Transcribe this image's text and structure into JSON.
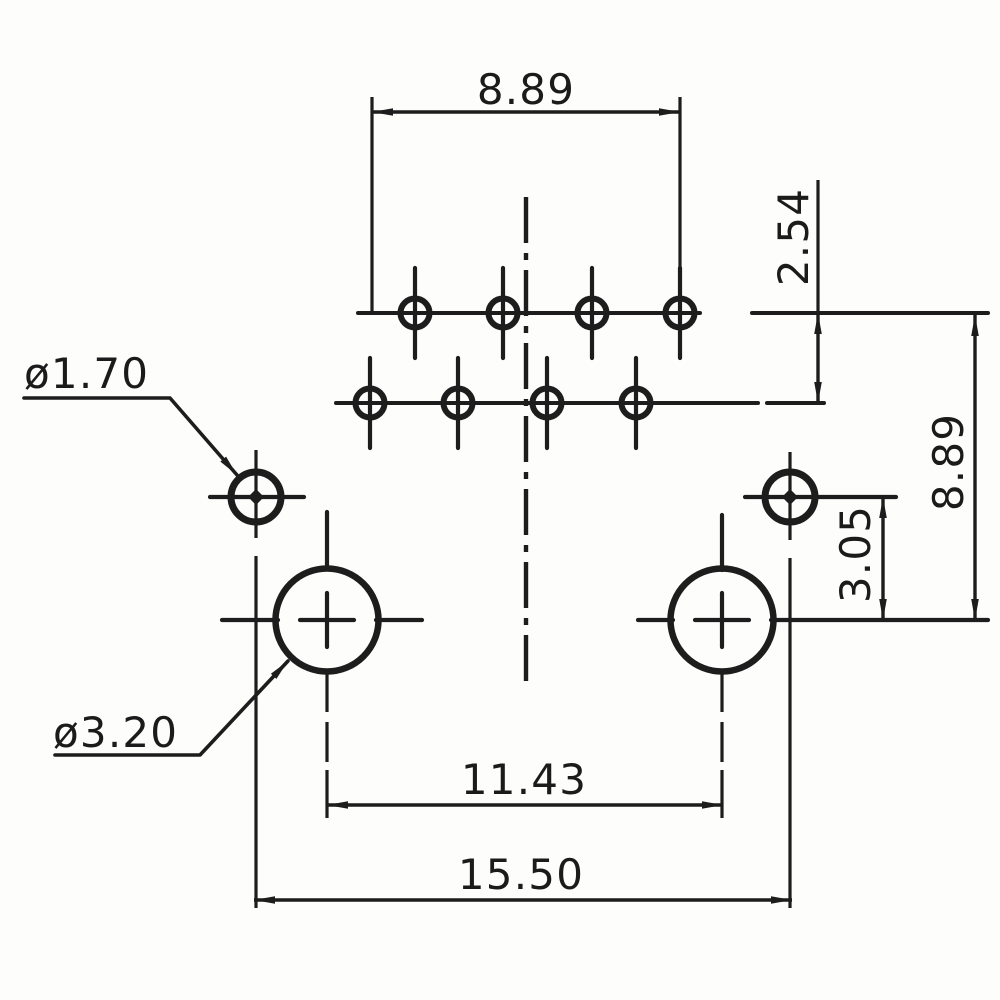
{
  "drawing": {
    "type": "technical-dimension-drawing",
    "background": "#fdfdfc",
    "ink_color": "#1d1d1d",
    "dimensions": {
      "pin_span_top": "8.89",
      "row_pitch": "2.54",
      "rows_to_hole_axis": "8.89",
      "pilot_to_hole_axis": "3.05",
      "large_hole_pitch": "11.43",
      "small_hole_pitch": "15.50"
    },
    "callouts": {
      "small_hole_diameter": "ø1.70",
      "large_hole_diameter": "ø3.20"
    },
    "features": {
      "pin_holes": 8,
      "small_pilot_holes": 2,
      "large_mount_holes": 2
    }
  }
}
